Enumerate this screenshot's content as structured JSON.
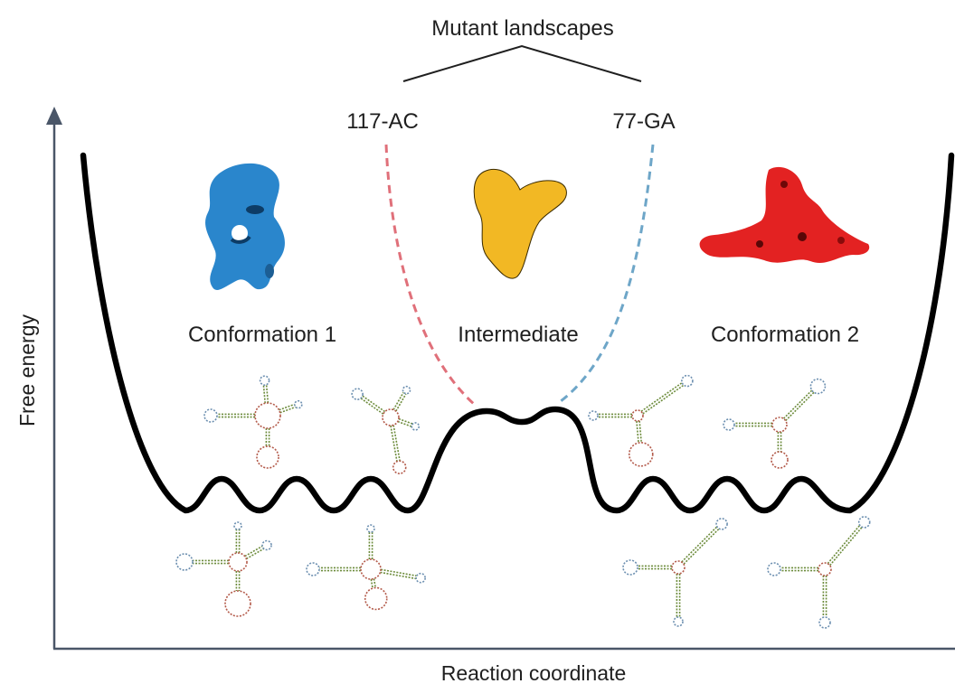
{
  "diagram": {
    "axes": {
      "x_label": "Reaction coordinate",
      "y_label": "Free energy",
      "color": "#4a5668"
    },
    "header": {
      "label": "Mutant landscapes"
    },
    "mutants": [
      {
        "name": "117-AC",
        "color": "#e0707a"
      },
      {
        "name": "77-GA",
        "color": "#6ea6c8"
      }
    ],
    "states": [
      {
        "name": "Conformation 1",
        "color": "#2a86cc",
        "icon": "blue-3d-density-map"
      },
      {
        "name": "Intermediate",
        "color": "#f2b824",
        "icon": "yellow-3d-density-map"
      },
      {
        "name": "Conformation 2",
        "color": "#e32222",
        "icon": "red-3d-density-map"
      }
    ],
    "curve": {
      "color": "#000000"
    },
    "secondary_structure_colors": {
      "stem": "#6d8c3c",
      "loop_a": "#b35a4a",
      "loop_b": "#6c8fb0"
    }
  }
}
